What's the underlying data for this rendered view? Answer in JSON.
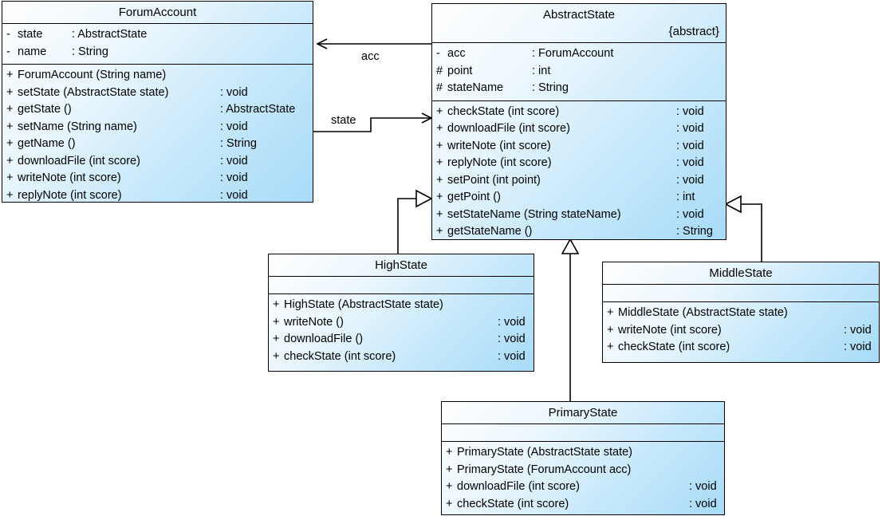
{
  "diagram": {
    "type": "uml-class-diagram",
    "title": "ForumAccount State Pattern Class Diagram",
    "background": "#ffffff",
    "fill_light": "#ffffff",
    "fill_dark": "#a8dbf8",
    "border_color": "#000000"
  },
  "classes": [
    {
      "id": "forum-account",
      "name": "ForumAccount",
      "stereotype": "",
      "attributes": [
        {
          "visibility": "-",
          "signature": "state",
          "type": ": AbstractState"
        },
        {
          "visibility": "-",
          "signature": "name",
          "type": ": String"
        }
      ],
      "operations": [
        {
          "visibility": "+",
          "signature": "ForumAccount (String name)",
          "type": ""
        },
        {
          "visibility": "+",
          "signature": "setState (AbstractState state)",
          "type": ": void"
        },
        {
          "visibility": "+",
          "signature": "getState ()",
          "type": ": AbstractState"
        },
        {
          "visibility": "+",
          "signature": "setName (String name)",
          "type": ": void"
        },
        {
          "visibility": "+",
          "signature": "getName ()",
          "type": ": String"
        },
        {
          "visibility": "+",
          "signature": "downloadFile (int score)",
          "type": ": void"
        },
        {
          "visibility": "+",
          "signature": "writeNote (int score)",
          "type": ": void"
        },
        {
          "visibility": "+",
          "signature": "replyNote (int score)",
          "type": ": void"
        }
      ]
    },
    {
      "id": "abstract-state",
      "name": "AbstractState",
      "stereotype": "{abstract}",
      "attributes": [
        {
          "visibility": "-",
          "signature": "acc",
          "type": ": ForumAccount"
        },
        {
          "visibility": "#",
          "signature": "point",
          "type": ": int"
        },
        {
          "visibility": "#",
          "signature": "stateName",
          "type": ": String"
        }
      ],
      "operations": [
        {
          "visibility": "+",
          "signature": "checkState (int score)",
          "type": ": void"
        },
        {
          "visibility": "+",
          "signature": "downloadFile (int score)",
          "type": ": void"
        },
        {
          "visibility": "+",
          "signature": "writeNote (int score)",
          "type": ": void"
        },
        {
          "visibility": "+",
          "signature": "replyNote (int score)",
          "type": ": void"
        },
        {
          "visibility": "+",
          "signature": "setPoint (int point)",
          "type": ": void"
        },
        {
          "visibility": "+",
          "signature": "getPoint ()",
          "type": ": int"
        },
        {
          "visibility": "+",
          "signature": "setStateName (String stateName)",
          "type": ": void"
        },
        {
          "visibility": "+",
          "signature": "getStateName ()",
          "type": ": String"
        }
      ]
    },
    {
      "id": "high-state",
      "name": "HighState",
      "stereotype": "",
      "attributes": [],
      "operations": [
        {
          "visibility": "+",
          "signature": "HighState (AbstractState state)",
          "type": ""
        },
        {
          "visibility": "+",
          "signature": "writeNote ()",
          "type": ": void"
        },
        {
          "visibility": "+",
          "signature": "downloadFile ()",
          "type": ": void"
        },
        {
          "visibility": "+",
          "signature": "checkState (int score)",
          "type": ": void"
        }
      ]
    },
    {
      "id": "middle-state",
      "name": "MiddleState",
      "stereotype": "",
      "attributes": [],
      "operations": [
        {
          "visibility": "+",
          "signature": "MiddleState (AbstractState state)",
          "type": ""
        },
        {
          "visibility": "+",
          "signature": "writeNote (int score)",
          "type": ": void"
        },
        {
          "visibility": "+",
          "signature": "checkState (int score)",
          "type": ": void"
        }
      ]
    },
    {
      "id": "primary-state",
      "name": "PrimaryState",
      "stereotype": "",
      "attributes": [],
      "operations": [
        {
          "visibility": "+",
          "signature": "PrimaryState (AbstractState state)",
          "type": ""
        },
        {
          "visibility": "+",
          "signature": "PrimaryState (ForumAccount acc)",
          "type": ""
        },
        {
          "visibility": "+",
          "signature": "downloadFile (int score)",
          "type": ": void"
        },
        {
          "visibility": "+",
          "signature": "checkState (int score)",
          "type": ": void"
        }
      ]
    }
  ],
  "associations": [
    {
      "id": "assoc-acc",
      "label": "acc",
      "from": "abstract-state",
      "to": "forum-account",
      "arrow": "open"
    },
    {
      "id": "assoc-state",
      "label": "state",
      "from": "forum-account",
      "to": "abstract-state",
      "arrow": "open"
    }
  ],
  "generalizations": [
    {
      "id": "gen-high",
      "from": "high-state",
      "to": "abstract-state",
      "arrow": "hollow-triangle"
    },
    {
      "id": "gen-primary",
      "from": "primary-state",
      "to": "abstract-state",
      "arrow": "hollow-triangle"
    },
    {
      "id": "gen-middle",
      "from": "middle-state",
      "to": "abstract-state",
      "arrow": "hollow-triangle"
    }
  ]
}
